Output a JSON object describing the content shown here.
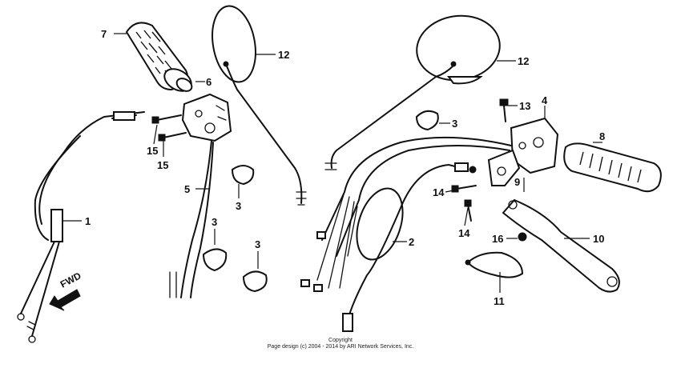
{
  "diagram": {
    "callouts": [
      {
        "id": "7",
        "text": "7"
      },
      {
        "id": "6",
        "text": "6"
      },
      {
        "id": "12a",
        "text": "12"
      },
      {
        "id": "12b",
        "text": "12"
      },
      {
        "id": "15a",
        "text": "15"
      },
      {
        "id": "15b",
        "text": "15"
      },
      {
        "id": "1",
        "text": "1"
      },
      {
        "id": "5",
        "text": "5"
      },
      {
        "id": "3a",
        "text": "3"
      },
      {
        "id": "3b",
        "text": "3"
      },
      {
        "id": "3c",
        "text": "3"
      },
      {
        "id": "3d",
        "text": "3"
      },
      {
        "id": "13",
        "text": "13"
      },
      {
        "id": "4",
        "text": "4"
      },
      {
        "id": "8",
        "text": "8"
      },
      {
        "id": "9",
        "text": "9"
      },
      {
        "id": "14a",
        "text": "14"
      },
      {
        "id": "14b",
        "text": "14"
      },
      {
        "id": "2",
        "text": "2"
      },
      {
        "id": "16",
        "text": "16"
      },
      {
        "id": "10",
        "text": "10"
      },
      {
        "id": "11",
        "text": "11"
      }
    ],
    "fwd_label": "FWD"
  },
  "footer": {
    "line1": "Copyright",
    "line2": "Page design (c) 2004 - 2014 by ARI Network Services, Inc."
  }
}
